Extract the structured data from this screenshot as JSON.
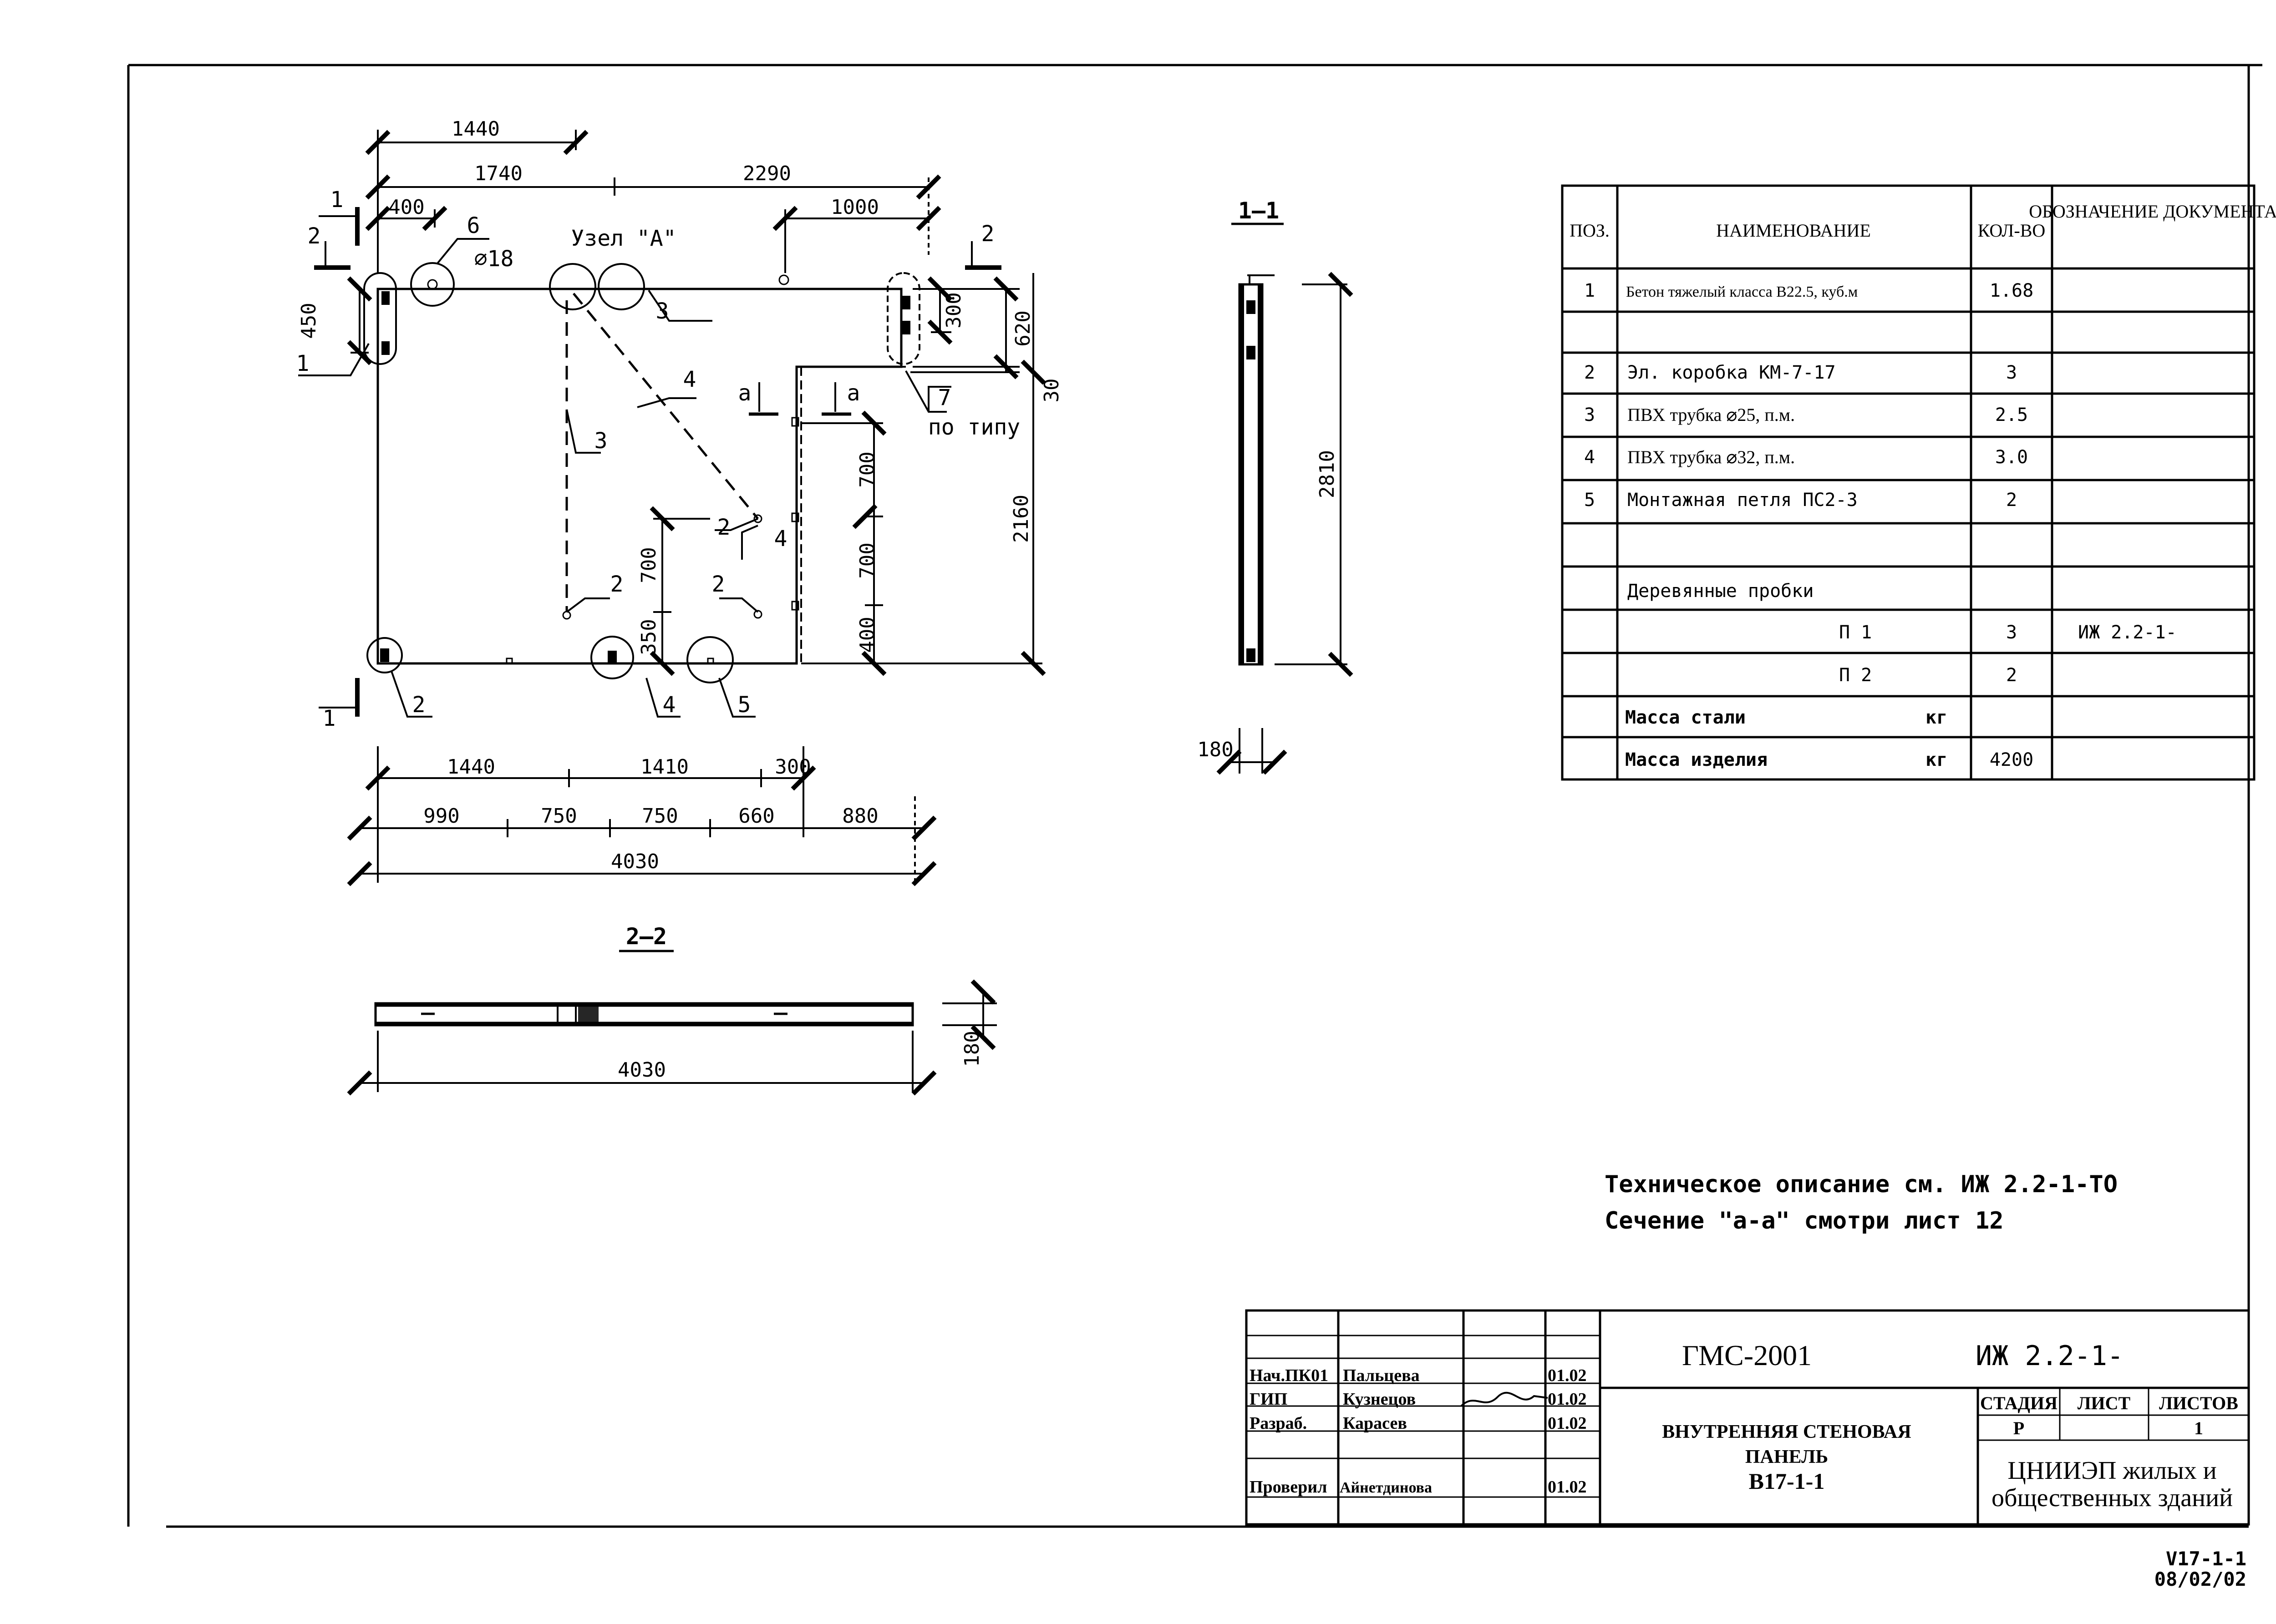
{
  "plan": {
    "dims": {
      "top_1440": "1440",
      "top_1740": "1740",
      "top_2290": "2290",
      "top_400": "400",
      "top_1000": "1000",
      "left_450": "450",
      "right_300": "300",
      "right_620": "620",
      "right_30": "30",
      "right_2160": "2160",
      "open_700a": "700",
      "open_700b": "700",
      "open_400": "400",
      "in_700": "700",
      "in_350": "350",
      "b1_1440": "1440",
      "b1_1410": "1410",
      "b1_300": "300",
      "b2_990": "990",
      "b2_750a": "750",
      "b2_750b": "750",
      "b2_660": "660",
      "b2_880": "880",
      "b3_4030": "4030"
    },
    "callouts": {
      "c6": "6",
      "d18": "⌀18",
      "node_a": "Узел \"А\"",
      "c3_top": "3",
      "c4_diag": "4",
      "c3_vert": "3",
      "c2_a": "2",
      "c2_b": "2",
      "c2_c": "2",
      "c4_side": "4",
      "c7": "7",
      "po_tipu": "по типу",
      "c1_left": "1",
      "c2_bottom": "2",
      "c4_bottom": "4",
      "c5_bottom": "5",
      "cut_a1": "а",
      "cut_a2": "а"
    },
    "section_marks": {
      "s1_top": "1",
      "s1_bottom": "1",
      "s2_left": "2",
      "s2_right": "2"
    }
  },
  "section_1_1": {
    "title": "1–1",
    "height_dim": "2810",
    "thickness_dim": "180"
  },
  "section_2_2": {
    "title": "2–2",
    "length_dim": "4030",
    "thickness_dim": "180"
  },
  "spec_table": {
    "headers": {
      "pos": "ПОЗ.",
      "name": "НАИМЕНОВАНИЕ",
      "qty": "КОЛ-ВО",
      "doc": "ОБОЗНАЧЕНИЕ ДОКУМЕНТА"
    },
    "rows": [
      {
        "pos": "1",
        "name": "Бетон тяжелый класса В22.5, куб.м",
        "qty": "1.68",
        "doc": ""
      },
      {
        "pos": "",
        "name": "",
        "qty": "",
        "doc": ""
      },
      {
        "pos": "2",
        "name": "Эл. коробка КМ-7-17",
        "qty": "3",
        "doc": ""
      },
      {
        "pos": "3",
        "name": "ПВХ трубка ⌀25, п.м.",
        "qty": "2.5",
        "doc": ""
      },
      {
        "pos": "4",
        "name": "ПВХ трубка ⌀32, п.м.",
        "qty": "3.0",
        "doc": ""
      },
      {
        "pos": "5",
        "name": "Монтажная петля ПС2-3",
        "qty": "2",
        "doc": ""
      },
      {
        "pos": "",
        "name": "",
        "qty": "",
        "doc": ""
      },
      {
        "pos": "",
        "name": "Деревянные пробки",
        "qty": "",
        "doc": ""
      },
      {
        "pos": "",
        "name": "П 1",
        "qty": "3",
        "doc": "ИЖ 2.2-1-"
      },
      {
        "pos": "",
        "name": "П 2",
        "qty": "2",
        "doc": ""
      },
      {
        "pos": "",
        "name": "Масса стали",
        "unit": "кг",
        "qty": "",
        "doc": ""
      },
      {
        "pos": "",
        "name": "Масса изделия",
        "unit": "кг",
        "qty": "4200",
        "doc": ""
      }
    ]
  },
  "notes": {
    "line1": "Техническое описание  см. ИЖ 2.2-1-ТО",
    "line2": "Сечение \"а-а\" смотри лист 12"
  },
  "title_block": {
    "project": "ГМС-2001",
    "doc_code": "ИЖ 2.2-1-",
    "title_line1": "ВНУТРЕННЯЯ СТЕНОВАЯ",
    "title_line2": "ПАНЕЛЬ",
    "title_line3": "В17-1-1",
    "stage_header": "СТАДИЯ",
    "sheet_header": "ЛИСТ",
    "sheets_header": "ЛИСТОВ",
    "stage": "Р",
    "sheet": "",
    "sheets": "1",
    "org_line1": "ЦНИИЭП жилых и",
    "org_line2": "общественных зданий",
    "signatures": [
      {
        "role": "Нач.ПК01",
        "name": "Пальцева",
        "date": "01.02"
      },
      {
        "role": "ГИП",
        "name": "Кузнецов",
        "date": "01.02"
      },
      {
        "role": "Разраб.",
        "name": "Карасев",
        "date": "01.02"
      },
      {
        "role": "",
        "name": "",
        "date": ""
      },
      {
        "role": "Проверил",
        "name": "Айнетдинова",
        "date": "01.02"
      }
    ]
  },
  "footer": {
    "code": "V17-1-1",
    "date": "08/02/02"
  }
}
